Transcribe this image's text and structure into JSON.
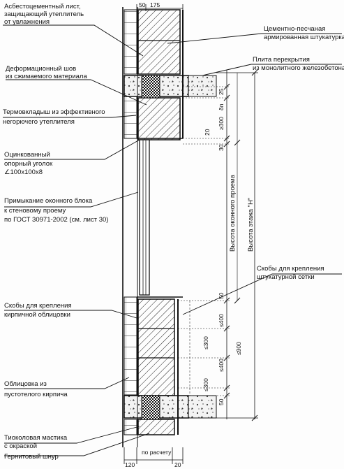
{
  "labels_left": [
    {
      "id": "asbestos",
      "lines": [
        "Асбестоцементный лист,",
        "защищающий утеплитель",
        "от увлажнения"
      ]
    },
    {
      "id": "deform",
      "lines": [
        "Деформационный шов",
        "из сжимаемого материала"
      ]
    },
    {
      "id": "thermo",
      "lines": [
        "Термовкладыш из эффективного",
        "негорючего утеплителя"
      ]
    },
    {
      "id": "angle",
      "lines": [
        "Оцинкованный",
        "опорный уголок",
        "∠100х100х8"
      ]
    },
    {
      "id": "window",
      "lines": [
        "Примыкание оконного блока",
        "к стеновому проему",
        "по ГОСТ 30971-2002 (см. лист 30)"
      ]
    },
    {
      "id": "brackets_brick",
      "lines": [
        "Скобы для крепления",
        "кирпичной облицовки"
      ]
    },
    {
      "id": "facing",
      "lines": [
        "Облицовка из",
        "пустотелого кирпича"
      ]
    },
    {
      "id": "mastic",
      "lines": [
        "Тиоколовая мастика",
        "с окраской"
      ]
    },
    {
      "id": "gernit",
      "lines": [
        "Гернитовый шнур"
      ]
    }
  ],
  "labels_right": [
    {
      "id": "plaster",
      "lines": [
        "Цементно-песчаная",
        "армированная штукатурка"
      ]
    },
    {
      "id": "slab",
      "lines": [
        "Плита перекрытия",
        "из монолитного железобетона"
      ]
    },
    {
      "id": "brackets_mesh",
      "lines": [
        "Скобы для крепления",
        "штукатурной сетки"
      ]
    }
  ],
  "dimensions": {
    "top": [
      "50",
      "175"
    ],
    "bottom": [
      "120",
      "по расчету",
      "20"
    ],
    "right_upper": [
      "25",
      "δп",
      "≥300",
      "20",
      "30"
    ],
    "right_lower": [
      "50",
      "≤400",
      "≤300",
      "≤400",
      "≤300",
      "≤900",
      "50"
    ],
    "vertical_labels": [
      "Высота оконного проема",
      "Высота этажа \"Н\""
    ]
  }
}
